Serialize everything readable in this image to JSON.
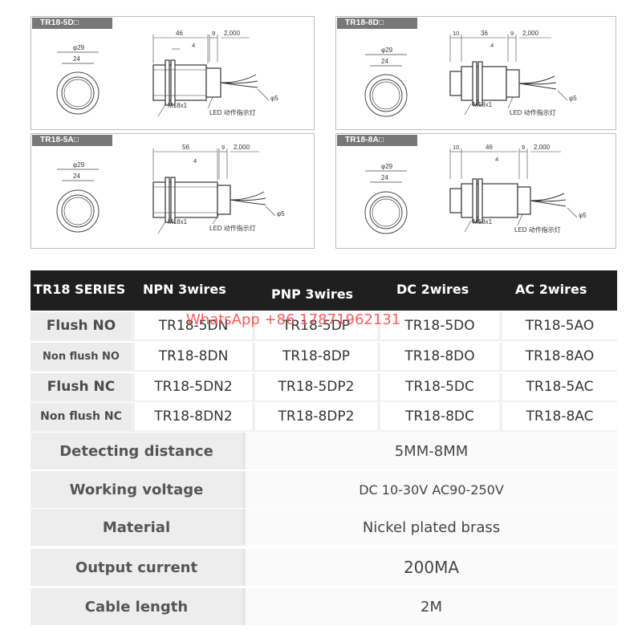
{
  "panels": [
    {
      "title": "TR18-5D□",
      "dim_top": "46",
      "dim_thread": "4"
    },
    {
      "title": "TR18-8D□",
      "dim_top": "36",
      "dim_thread": "4",
      "dim_extra": "10"
    },
    {
      "title": "TR18-5A□",
      "dim_top": "56",
      "dim_thread": "4"
    },
    {
      "title": "TR18-8A□",
      "dim_top": "46",
      "dim_thread": "4",
      "dim_extra": "10"
    }
  ],
  "drawing_labels": {
    "d29": "φ29",
    "d24": "24",
    "cable_gap": "9",
    "cable_len": "2,000",
    "thread": "M18x1",
    "led": "LED 动作指示灯",
    "cable_dia": "φ5"
  },
  "table": {
    "headers": [
      "TR18 SERIES",
      "NPN 3wires",
      "PNP 3wires",
      "DC 2wires",
      "AC 2wires"
    ],
    "rows": [
      {
        "label": "Flush NO",
        "values": [
          "TR18-5DN",
          "TR18-5DP",
          "TR18-5DO",
          "TR18-5AO"
        ]
      },
      {
        "label": "Non flush NO",
        "values": [
          "TR18-8DN",
          "TR18-8DP",
          "TR18-8DO",
          "TR18-8AO"
        ]
      },
      {
        "label": "Flush NC",
        "values": [
          "TR18-5DN2",
          "TR18-5DP2",
          "TR18-5DC",
          "TR18-5AC"
        ]
      },
      {
        "label": "Non flush NC",
        "values": [
          "TR18-8DN2",
          "TR18-8DP2",
          "TR18-8DC",
          "TR18-8AC"
        ]
      }
    ]
  },
  "watermark": "WhatsApp +86 17871962131",
  "properties": [
    {
      "label": "Detecting distance",
      "value": "5MM-8MM"
    },
    {
      "label": "Working voltage",
      "value": "DC 10-30V  AC90-250V"
    },
    {
      "label": "Material",
      "value": "Nickel plated brass"
    },
    {
      "label": "Output current",
      "value": "200MA"
    },
    {
      "label": "Cable length",
      "value": "2M"
    }
  ]
}
